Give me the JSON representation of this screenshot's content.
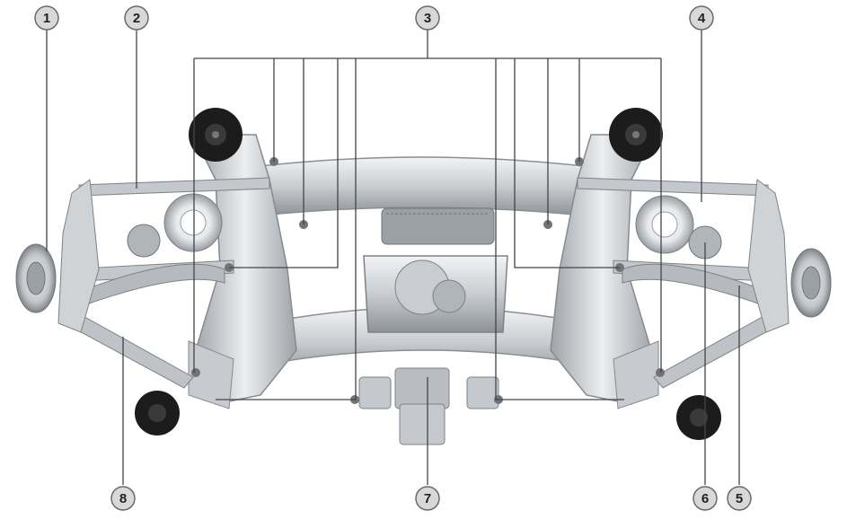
{
  "callouts": [
    {
      "id": "1",
      "label": "1"
    },
    {
      "id": "2",
      "label": "2"
    },
    {
      "id": "3",
      "label": "3"
    },
    {
      "id": "4",
      "label": "4"
    },
    {
      "id": "5",
      "label": "5"
    },
    {
      "id": "6",
      "label": "6"
    },
    {
      "id": "7",
      "label": "7"
    },
    {
      "id": "8",
      "label": "8"
    }
  ],
  "colors": {
    "background": "#ffffff",
    "metal_light": "#e4e6e8",
    "metal_mid": "#b8bcc0",
    "metal_dark": "#7d8287",
    "rubber": "#1c1c1c",
    "leader_line": "#444444",
    "callout_fill": "#d8d8d8",
    "callout_stroke": "#6a6a6a"
  },
  "icons": {
    "callout_marker": "numbered-circle"
  }
}
